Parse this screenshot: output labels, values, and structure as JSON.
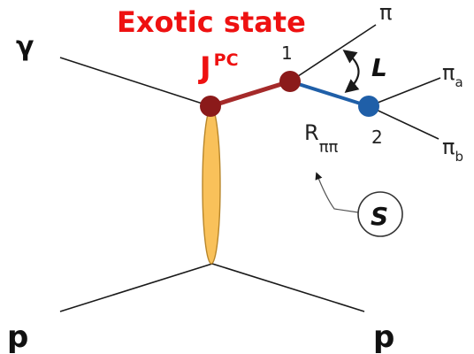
{
  "labels": {
    "gamma": "γ",
    "proton_in": "p",
    "proton_out": "p",
    "title": "Exotic state",
    "jpc_base": "J",
    "jpc_super": "PC",
    "vertex1": "1",
    "vertex2": "2",
    "pi": "π",
    "pi_a_base": "π",
    "pi_a_sub": "a",
    "pi_b_base": "π",
    "pi_b_sub": "b",
    "angular_momentum": "L",
    "separation_base": "R",
    "separation_sub": "ππ",
    "spin": "S"
  },
  "colors": {
    "title": "#ee1111",
    "exotic_vertex": "#8b1a1a",
    "exotic_line": "#a52a2a",
    "decay_vertex": "#1f5fa8",
    "decay_line": "#1f5fa8",
    "pomeron": "#f9c15a",
    "pomeron_stroke": "#b8862a",
    "line": "#1a1a1a"
  }
}
